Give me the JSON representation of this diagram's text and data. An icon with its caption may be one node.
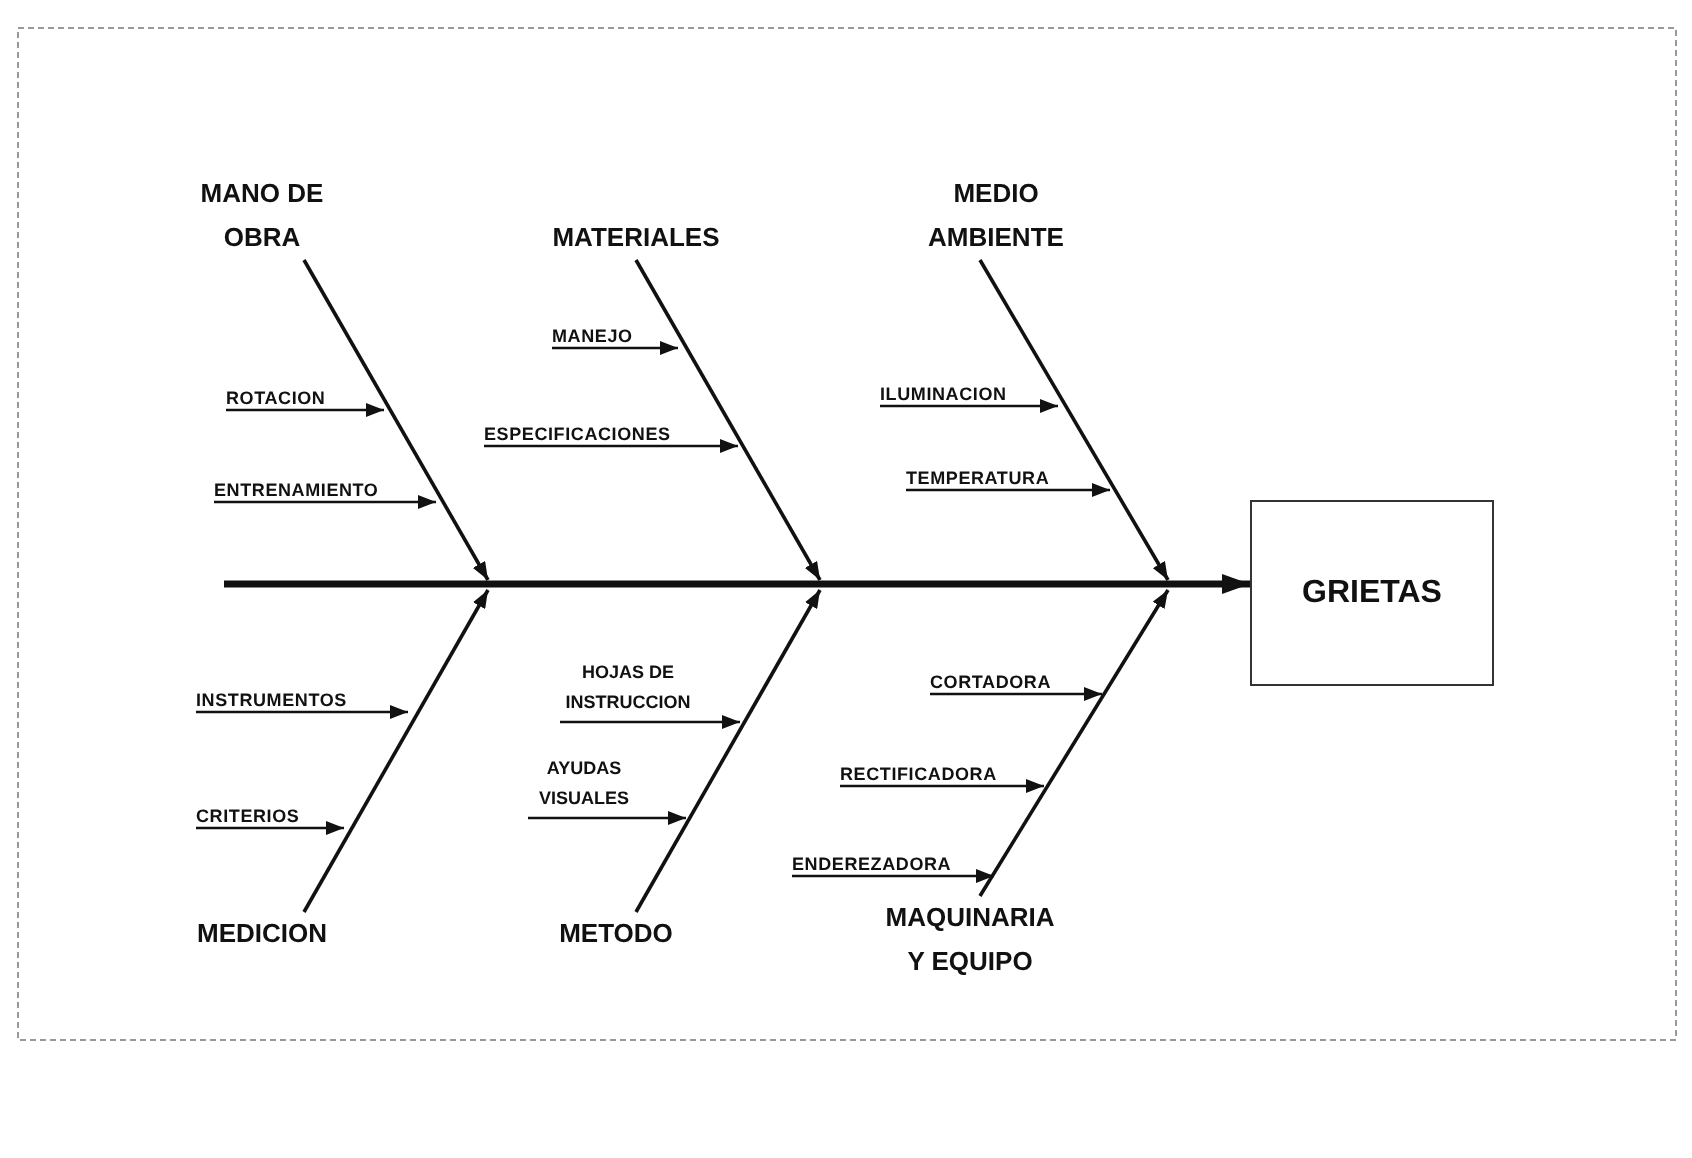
{
  "diagram": {
    "nodes": [
      {
        "text": [
          "MANO DE OBRA"
        ]
      },
      {
        "text": [
          "ROTACION"
        ]
      },
      {
        "text": [
          "ENTRENAMIENTO"
        ]
      },
      {
        "text": [
          "MATERIALES"
        ]
      },
      {
        "text": [
          "MANEJO"
        ]
      },
      {
        "text": [
          "ESPECIFICACIONES"
        ]
      },
      {
        "text": [
          "MEDIO AMBIENTE"
        ]
      },
      {
        "text": [
          "ILUMINACION"
        ]
      },
      {
        "text": [
          "TEMPERATURA"
        ]
      },
      {
        "text": [
          "GRIETAS"
        ]
      },
      {
        "text": [
          "INSTRUMENTOS"
        ]
      },
      {
        "text": [
          "CRITERIOS"
        ]
      },
      {
        "text": [
          "MEDICION"
        ]
      },
      {
        "text": [
          "HOJAS DE INSTRUCCION"
        ]
      },
      {
        "text": [
          "AYUDAS VISUALES"
        ]
      },
      {
        "text": [
          "METODO"
        ]
      },
      {
        "text": [
          "CORTADORA"
        ]
      },
      {
        "text": [
          "RECTIFICADORA"
        ]
      },
      {
        "text": [
          "ENDEREZADORA"
        ]
      },
      {
        "text": [
          "MAQUINARIA Y EQUIPO"
        ]
      }
    ],
    "edges": [
      {
        "from": null,
        "to": 9,
        "arrow": "to",
        "style": "thick"
      },
      {
        "from": 0,
        "to": null,
        "arrow": "to"
      },
      {
        "from": 3,
        "to": null,
        "arrow": "to"
      },
      {
        "from": 6,
        "to": null,
        "arrow": "to"
      },
      {
        "from": 12,
        "to": null,
        "arrow": "to"
      },
      {
        "from": 15,
        "to": null,
        "arrow": "to"
      },
      {
        "from": 19,
        "to": null,
        "arrow": "to"
      },
      {
        "from": 1,
        "to": null,
        "arrow": "to"
      },
      {
        "from": 2,
        "to": null,
        "arrow": "to"
      },
      {
        "from": 4,
        "to": null,
        "arrow": "to"
      },
      {
        "from": 5,
        "to": null,
        "arrow": "to"
      },
      {
        "from": 7,
        "to": null,
        "arrow": "to"
      },
      {
        "from": 8,
        "to": null,
        "arrow": "to"
      },
      {
        "from": 10,
        "to": null,
        "arrow": "to"
      },
      {
        "from": 11,
        "to": null,
        "arrow": "to"
      },
      {
        "from": 13,
        "to": null,
        "arrow": "to"
      },
      {
        "from": 14,
        "to": null,
        "arrow": "to"
      },
      {
        "from": 16,
        "to": null,
        "arrow": "to"
      },
      {
        "from": 17,
        "to": null,
        "arrow": "to"
      },
      {
        "from": 18,
        "to": null,
        "arrow": "to"
      }
    ]
  }
}
